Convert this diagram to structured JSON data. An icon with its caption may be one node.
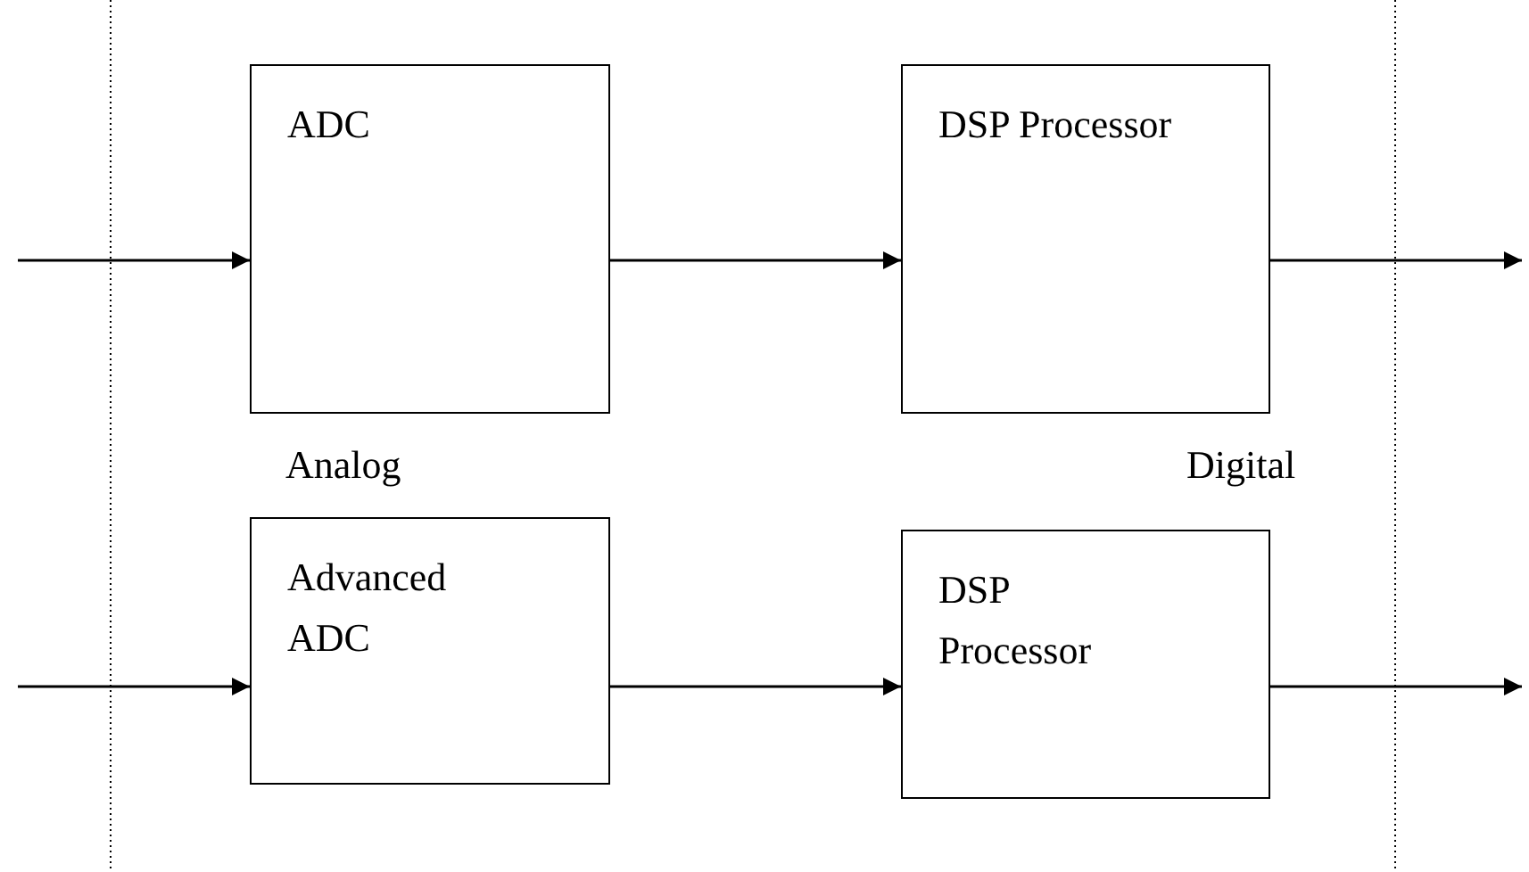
{
  "diagram": {
    "nodes": [
      {
        "text": [
          "ADC"
        ]
      },
      {
        "text": [
          "DSP Processor"
        ]
      },
      {
        "text": [
          "Advanced ADC"
        ]
      },
      {
        "text": [
          "DSP Processor"
        ]
      }
    ],
    "edges": [
      {
        "from": null,
        "to": 0,
        "arrow": "to"
      },
      {
        "from": 0,
        "to": 1,
        "arrow": "to"
      },
      {
        "from": 1,
        "to": null,
        "arrow": "to"
      },
      {
        "from": null,
        "to": 2,
        "arrow": "to"
      },
      {
        "from": 2,
        "to": 3,
        "arrow": "to"
      },
      {
        "from": 3,
        "to": null,
        "arrow": "to"
      }
    ],
    "labels": [
      "Analog",
      "Digital"
    ]
  }
}
